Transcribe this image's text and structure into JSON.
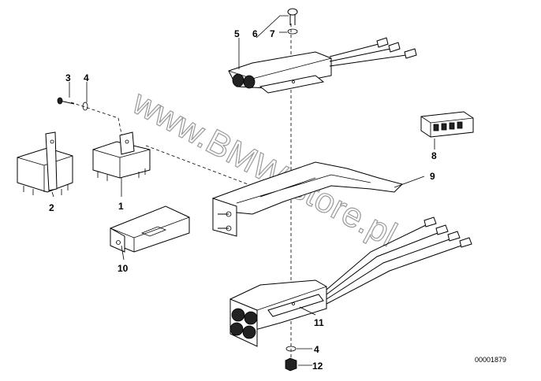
{
  "diagram": {
    "watermark": "www.BMW-store.pl",
    "diagram_id": "00001879",
    "part_labels": {
      "p1": "1",
      "p2": "2",
      "p3": "3",
      "p4a": "4",
      "p4b": "4",
      "p5": "5",
      "p6": "6",
      "p7": "7",
      "p8": "8",
      "p9": "9",
      "p10": "10",
      "p11": "11",
      "p12": "12"
    }
  }
}
